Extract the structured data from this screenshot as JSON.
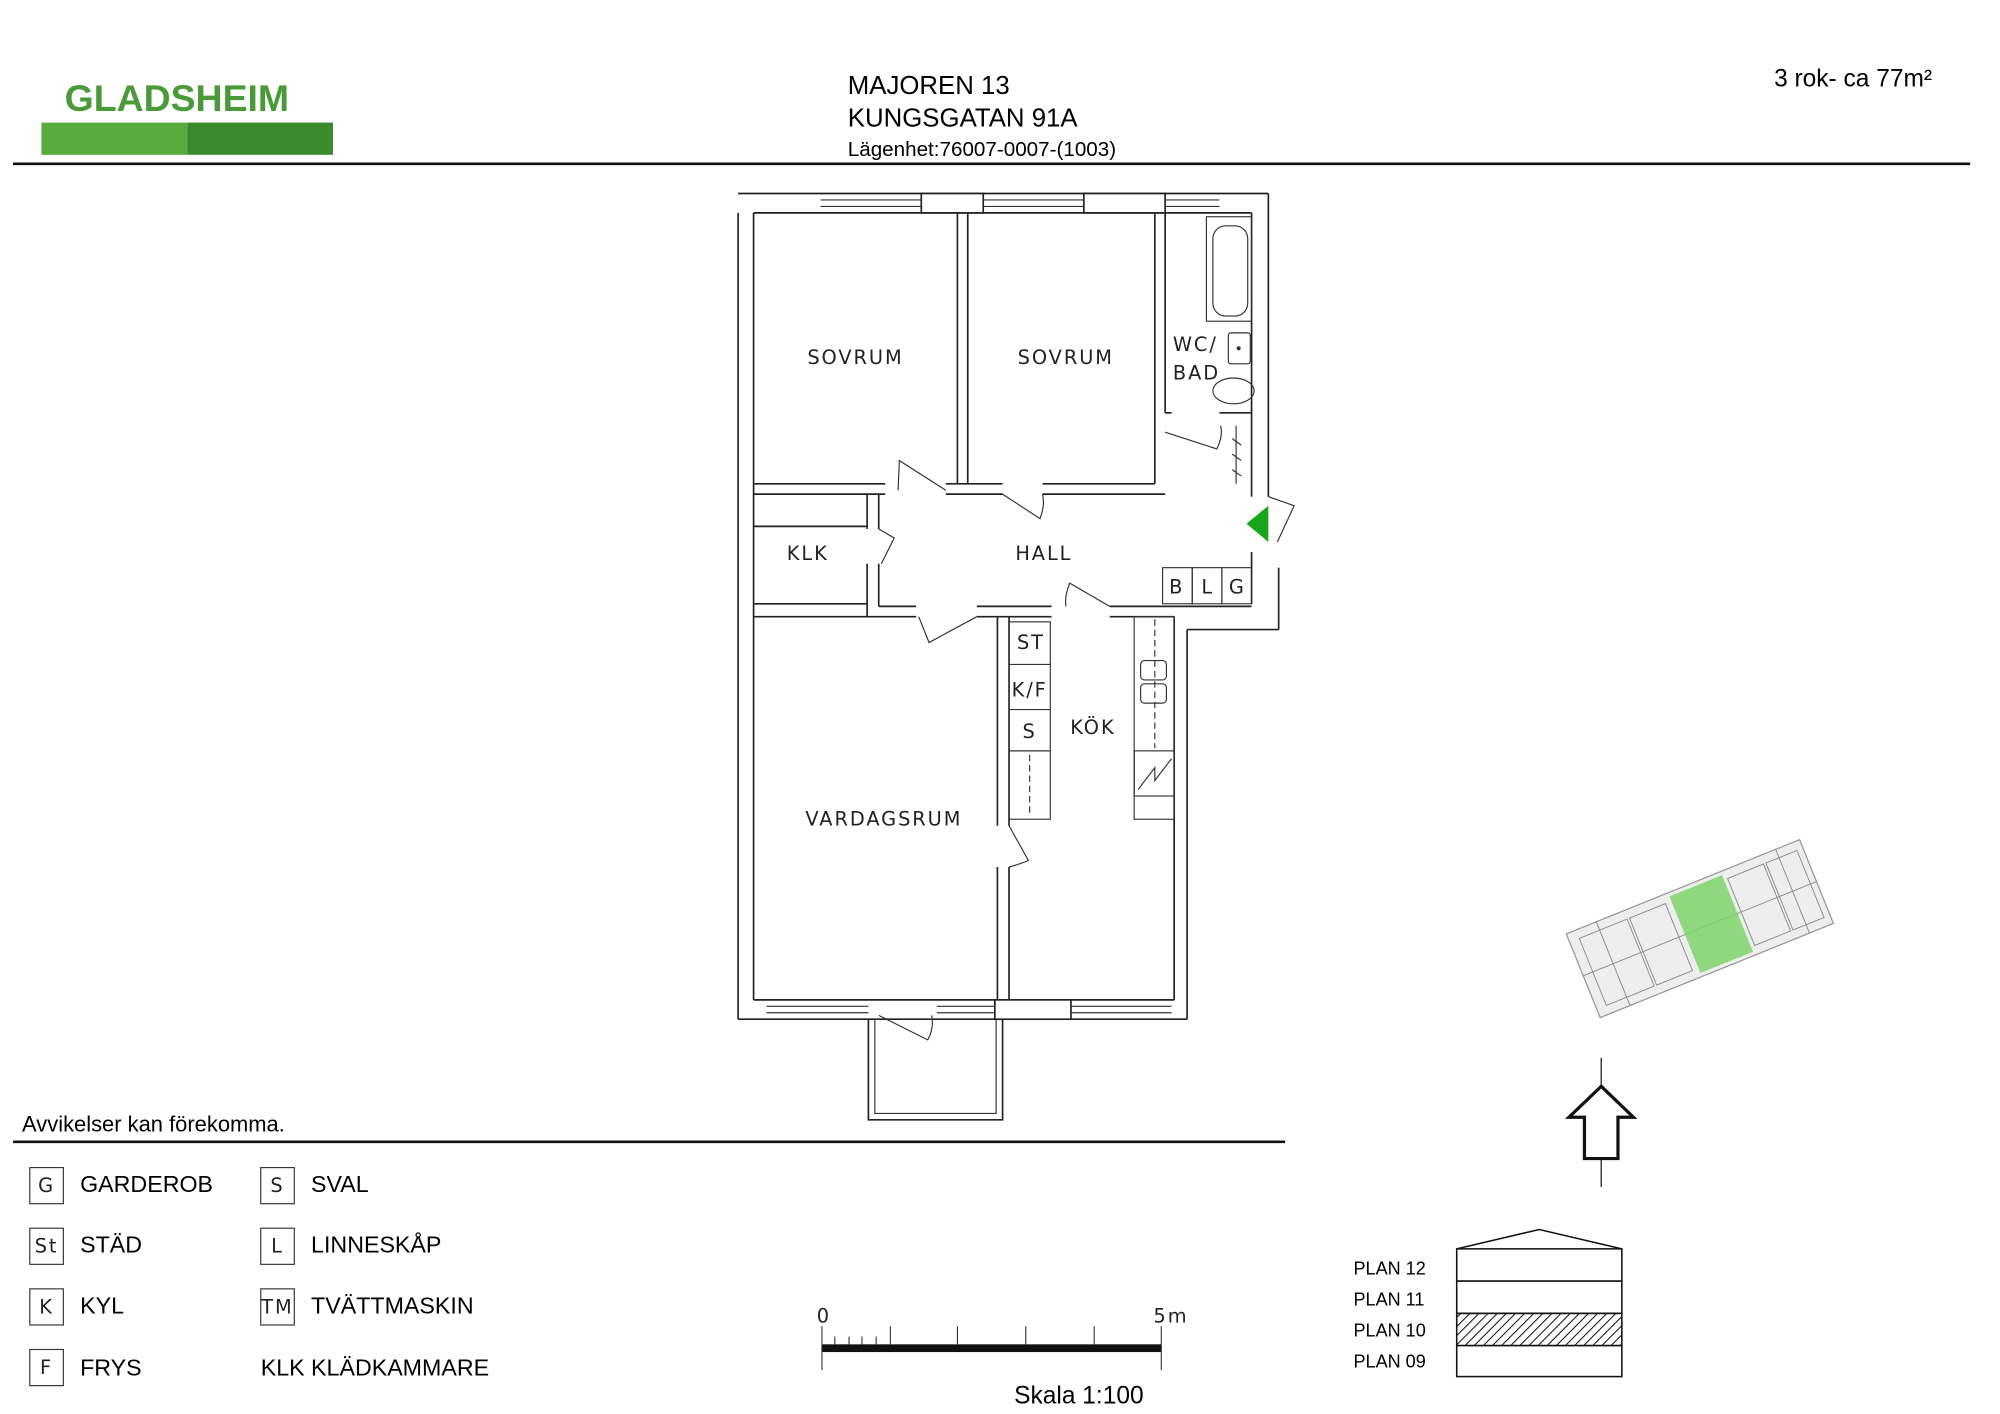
{
  "header": {
    "logo": "GLADSHEIM",
    "property": "MAJOREN 13",
    "address": "KUNGSGATAN 91A",
    "apartment": "Lägenhet:76007-0007-(1003)",
    "size": "3 rok- ca 77m²"
  },
  "colors": {
    "brand_light": "#5aaa3e",
    "brand_dark": "#3d8a2e",
    "entrance_marker": "#1aa51a"
  },
  "rooms": {
    "sovrum1": "SOVRUM",
    "sovrum2": "SOVRUM",
    "wc1": "WC/",
    "wc2": "BAD",
    "klk": "KLK",
    "hall": "HALL",
    "b": "B",
    "l": "L",
    "g": "G",
    "st": "ST",
    "kf": "K/F",
    "s": "S",
    "kok": "KÖK",
    "vardagsrum": "VARDAGSRUM"
  },
  "disclaimer": "Avvikelser kan förekomma.",
  "legend": [
    {
      "code": "G",
      "label": "GARDEROB"
    },
    {
      "code": "St",
      "label": "STÄD"
    },
    {
      "code": "K",
      "label": "KYL"
    },
    {
      "code": "F",
      "label": "FRYS"
    },
    {
      "code": "S",
      "label": "SVAL"
    },
    {
      "code": "L",
      "label": "LINNESKÅP"
    },
    {
      "code": "TM",
      "label": "TVÄTTMASKIN"
    },
    {
      "code": "KLK",
      "label": "KLÄDKAMMARE"
    }
  ],
  "scale": {
    "start": "0",
    "end": "5m",
    "label": "Skala 1:100"
  },
  "floors": {
    "items": [
      "PLAN 12",
      "PLAN 11",
      "PLAN 10",
      "PLAN 09"
    ],
    "current": "PLAN 10"
  }
}
